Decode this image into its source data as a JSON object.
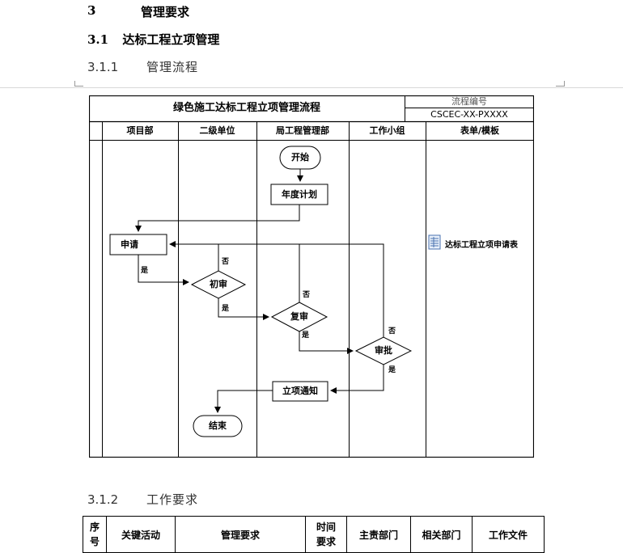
{
  "heading1": {
    "number": "3",
    "title": "管理要求"
  },
  "heading2": {
    "number": "3.1",
    "title": "达标工程立项管理"
  },
  "heading3a": {
    "number": "3.1.1",
    "title": "管理流程"
  },
  "flowchart": {
    "title": "绿色施工达标工程立项管理流程",
    "code_label": "流程编号",
    "code": "CSCEC-XX-PXXXX",
    "lanes": [
      "项目部",
      "二级单位",
      "局工程管理部",
      "工作小组",
      "表单/模板"
    ],
    "nodes": {
      "start": "开始",
      "plan": "年度计划",
      "apply": "申请",
      "review1": "初审",
      "review2": "复审",
      "approve": "审批",
      "notice": "立项通知",
      "end": "结束"
    },
    "labels": {
      "yes": "是",
      "no": "否"
    },
    "document": "达标工程立项申请表"
  },
  "heading3b": {
    "number": "3.1.2",
    "title": "工作要求"
  },
  "table": {
    "headers": [
      "序号",
      "关键活动",
      "管理要求",
      "时间要求",
      "主责部门",
      "相关部门",
      "工作文件"
    ]
  }
}
